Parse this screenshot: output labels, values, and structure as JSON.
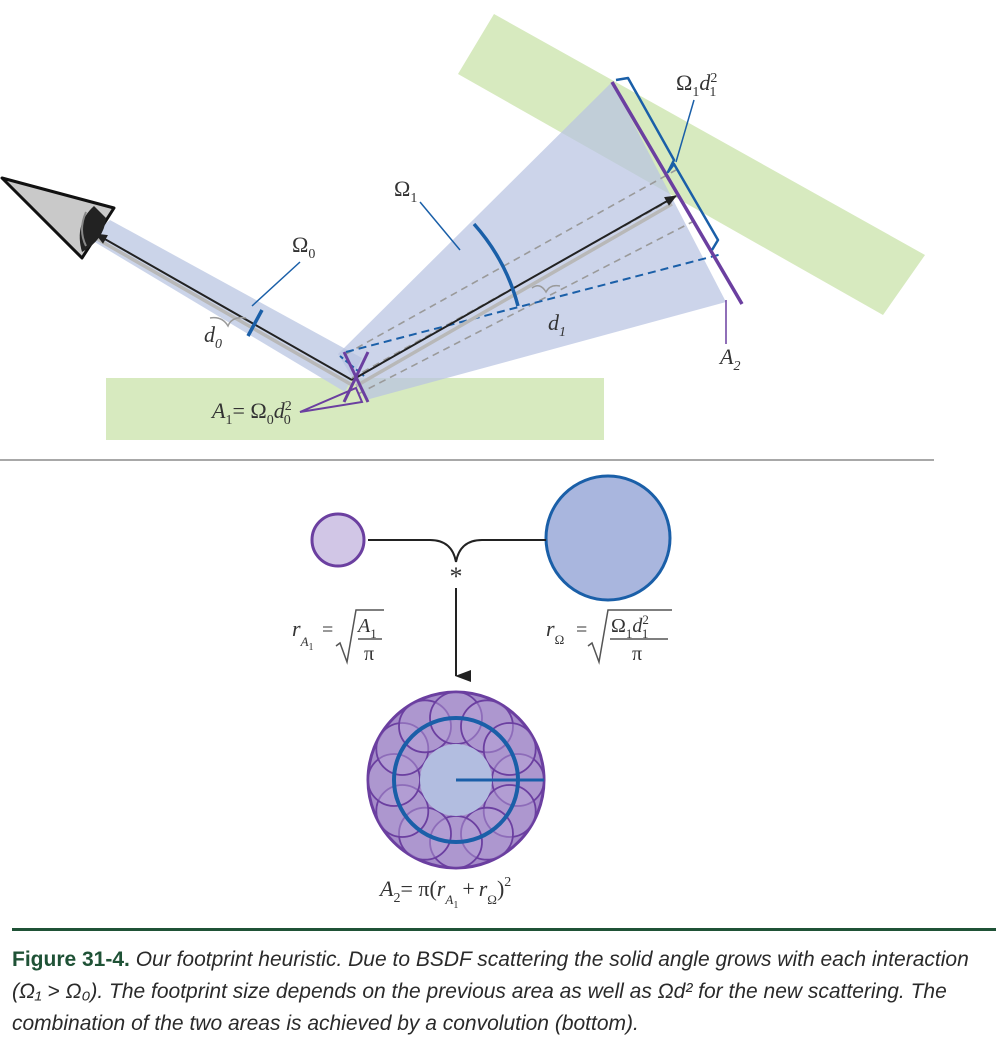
{
  "labels": {
    "omega0": {
      "base": "Ω",
      "sub": "0"
    },
    "omega1": {
      "base": "Ω",
      "sub": "1"
    },
    "d0": {
      "base": "d",
      "sub": "0"
    },
    "d1": {
      "base": "d",
      "sub": "1"
    },
    "a2": {
      "base": "A",
      "sub": "2"
    },
    "a1_eq": {
      "a": "A",
      "a_sub": "1",
      "eq": "= Ω",
      "om_sub": "0",
      "d": "d",
      "d_sup": "2",
      "d_sub": "0"
    },
    "omega1_d1sq": {
      "om": "Ω",
      "om_sub": "1",
      "d": "d",
      "d_sup": "2",
      "d_sub": "1"
    },
    "convolution_symbol": "*",
    "r_a1_formula": {
      "r": "r",
      "r_sub": "A",
      "r_subsub": "1",
      "eq": "=",
      "num": "A",
      "num_sub": "1",
      "den": "π"
    },
    "r_omega_formula": {
      "r": "r",
      "r_sub": "Ω",
      "eq": "=",
      "num_om": "Ω",
      "num_om_sub": "1",
      "num_d": "d",
      "num_d_sup": "2",
      "num_d_sub": "1",
      "den": "π"
    },
    "a2_formula": {
      "a": "A",
      "a_sub": "2",
      "eq": "= π(",
      "r1": "r",
      "r1_sub": "A",
      "r1_subsub": "1",
      "plus": "+",
      "r2": "r",
      "r2_sub": "Ω",
      "close": ")",
      "sup": "2"
    }
  },
  "colors": {
    "surface_green": "#d7eabf",
    "cone_blue": "#c2cce5",
    "footprint_purple": "#6b3fa0",
    "marker_blue": "#1a5fa8",
    "ray_black": "#222222",
    "small_circle_fill": "#d1c6e6",
    "large_circle_fill": "#a9b6de",
    "conv_outer_fill": "#a58cc9",
    "conv_inner_fill": "#b2bde0",
    "caption_green": "#1f5236"
  },
  "caption": {
    "label": "Figure 31-4.",
    "text": "Our footprint heuristic. Due to BSDF scattering the solid angle grows with each interaction (Ω₁ > Ω₀). The footprint size depends on the previous area as well as Ωd² for the new scattering. The combination of the two areas is achieved by a convolution (bottom)."
  }
}
